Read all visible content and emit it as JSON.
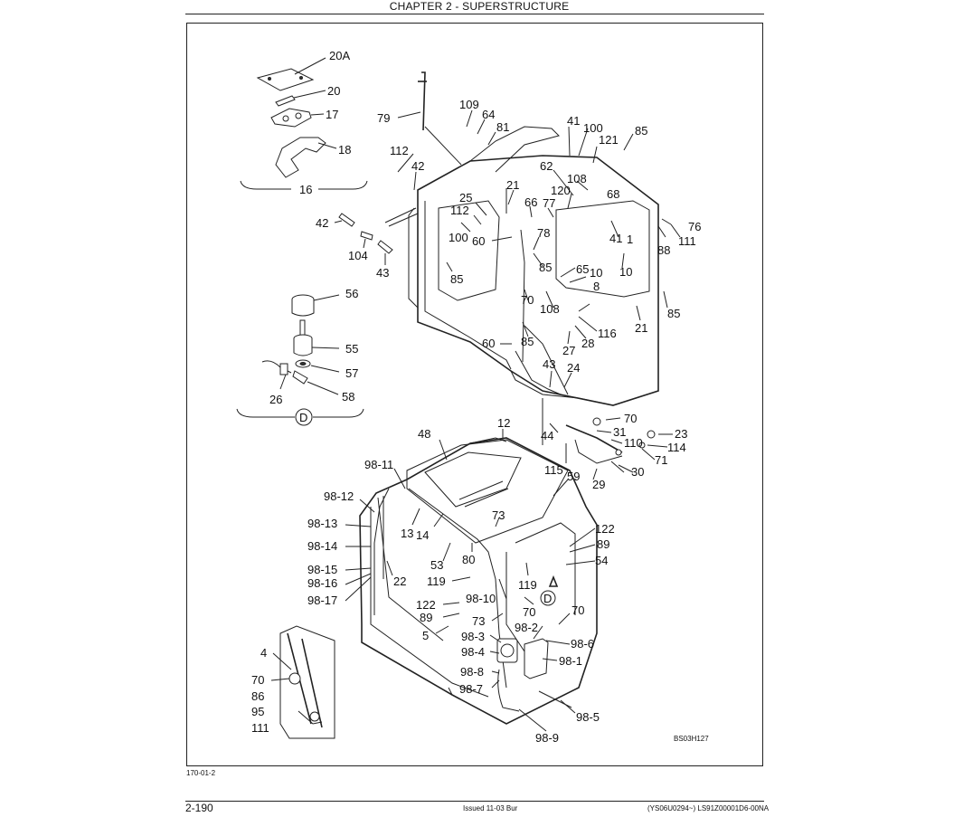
{
  "header": {
    "chapter": "CHAPTER 2 - SUPERSTRUCTURE"
  },
  "figure": {
    "image_code": "BS03H127",
    "group_code": "170-01-2",
    "group_labels": {
      "bracket_16": "16",
      "bracket_d": "D",
      "arrow_d": "D"
    },
    "callouts_upper": [
      "20A",
      "20",
      "17",
      "18",
      "79",
      "109",
      "64",
      "81",
      "41",
      "100",
      "85",
      "121",
      "112",
      "42",
      "62",
      "108",
      "120",
      "68",
      "21",
      "25",
      "112",
      "66",
      "77",
      "100",
      "60",
      "78",
      "76",
      "88",
      "111",
      "42",
      "104",
      "43",
      "85",
      "85",
      "41",
      "1",
      "65",
      "10",
      "10",
      "8",
      "56",
      "55",
      "57",
      "58",
      "26",
      "70",
      "108",
      "85",
      "116",
      "21",
      "85",
      "60",
      "85",
      "27",
      "28",
      "43",
      "24"
    ],
    "callouts_lower": [
      "12",
      "48",
      "70",
      "31",
      "110",
      "23",
      "114",
      "71",
      "30",
      "44",
      "115",
      "59",
      "29",
      "98-11",
      "98-12",
      "98-13",
      "98-14",
      "98-15",
      "98-16",
      "98-17",
      "13",
      "14",
      "73",
      "122",
      "89",
      "54",
      "53",
      "80",
      "22",
      "119",
      "119",
      "98-10",
      "122",
      "89",
      "70",
      "73",
      "5",
      "98-2",
      "70",
      "98-3",
      "98-6",
      "98-4",
      "98-1",
      "98-8",
      "98-7",
      "98-5",
      "98-9",
      "4",
      "70",
      "86",
      "95",
      "111"
    ]
  },
  "footer": {
    "page": "2-190",
    "issued": "Issued 11-03   Bur",
    "codes": "(YS06U0294~)   LS91Z00001D6-00NA"
  }
}
